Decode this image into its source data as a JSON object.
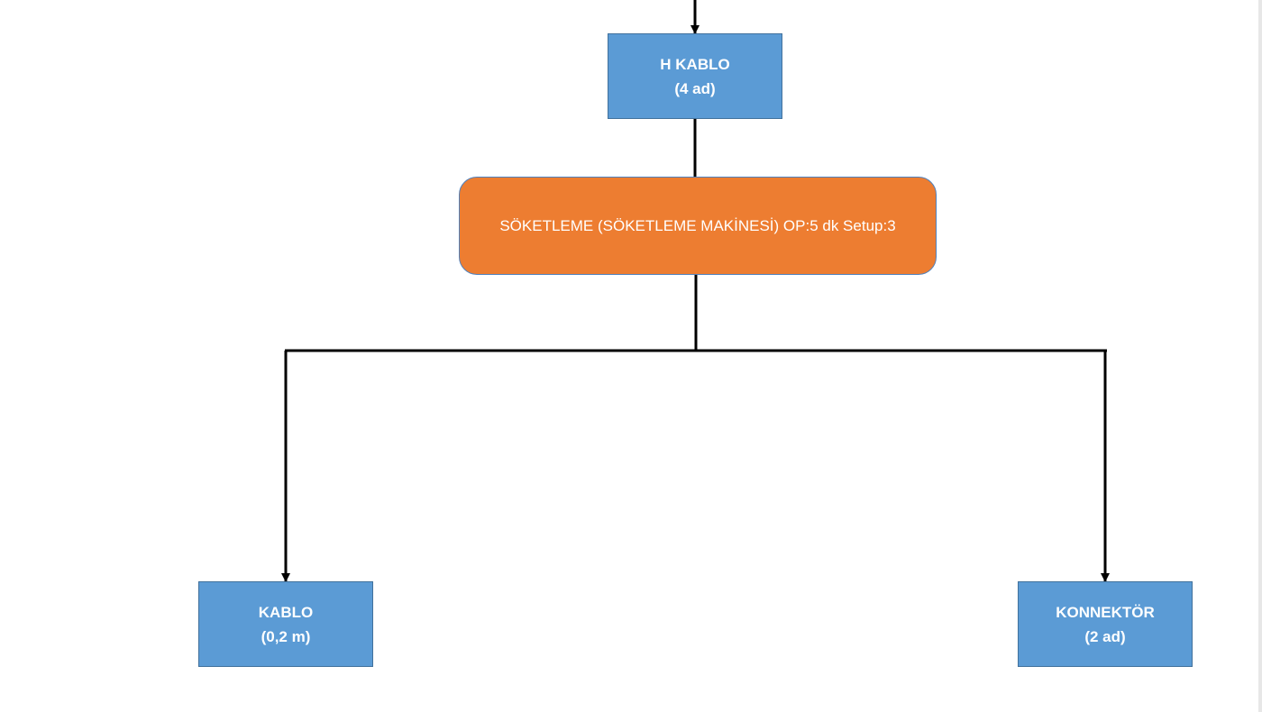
{
  "diagram": {
    "nodes": {
      "h_kablo": {
        "line1": "H KABLO",
        "line2": "(4 ad)"
      },
      "process": {
        "label": "SÖKETLEME (SÖKETLEME MAKİNESİ) OP:5 dk Setup:3"
      },
      "kablo": {
        "line1": "KABLO",
        "line2": "(0,2 m)"
      },
      "konnektor": {
        "line1": "KONNEKTÖR",
        "line2": "(2 ad)"
      }
    },
    "colors": {
      "part_fill": "#5b9bd5",
      "part_border": "#41719c",
      "process_fill": "#ed7d31",
      "process_border": "#4f81bd",
      "connector": "#000000"
    }
  }
}
